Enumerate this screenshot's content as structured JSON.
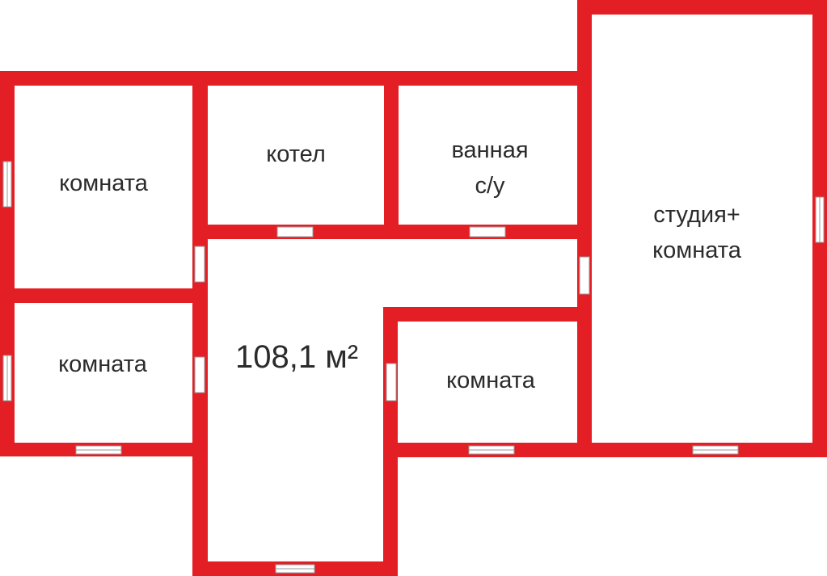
{
  "plan": {
    "wall_color": "#e31e24",
    "area": "108,1 м²",
    "rooms": {
      "room_top_left": "комната",
      "boiler": "котел",
      "bathroom_line1": "ванная",
      "bathroom_line2": "с/у",
      "studio_line1": "студия+",
      "studio_line2": "комната",
      "room_bottom_left": "комната",
      "room_bottom_center": "комната"
    }
  }
}
